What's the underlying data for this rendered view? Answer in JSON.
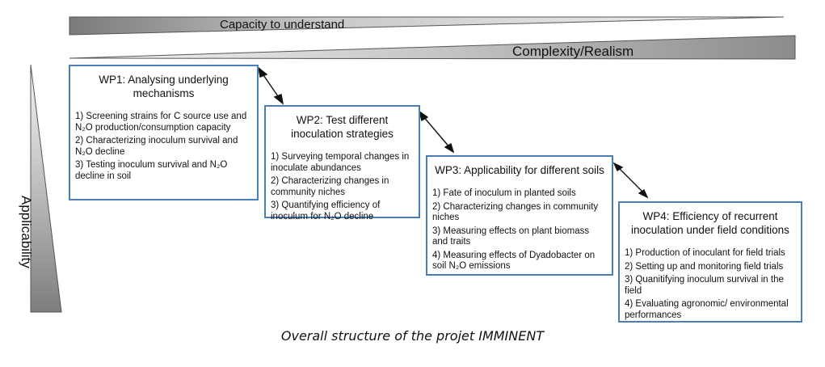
{
  "top_wedge_label": "Capacity to understand",
  "middle_wedge_label": "Complexity/Realism",
  "side_wedge_label": "Applicability",
  "work_packages": [
    {
      "title": "WP1: Analysing underlying mechanisms",
      "items": [
        "1) Screening strains for C source use and N₂O production/consumption capacity",
        "2) Characterizing inoculum survival and N₂O decline",
        "3) Testing inoculum survival and N₂O decline in soil"
      ]
    },
    {
      "title": "WP2: Test different inoculation strategies",
      "items": [
        "1) Surveying temporal changes in inoculate abundances",
        "2) Characterizing changes in community niches",
        "3) Quantifying efficiency of inoculum for N₂O decline"
      ]
    },
    {
      "title": "WP3: Applicability for different soils",
      "items": [
        "1) Fate of inoculum in planted soils",
        "2) Characterizing changes in community niches",
        "3) Measuring effects on plant biomass and traits",
        "4) Measuring effects of Dyadobacter on soil N₂O emissions"
      ]
    },
    {
      "title": "WP4: Efficiency of recurrent inoculation under field conditions",
      "items": [
        "1) Production of inoculant for field trials",
        "2) Setting up and monitoring field trials",
        "3) Quanitifying inoculum survival in the field",
        "4) Evaluating agronomic/ environmental performances"
      ]
    }
  ],
  "caption": "Overall structure of the projet IMMINENT",
  "colors": {
    "box_border": "#4a7eb5",
    "wedge_fill": "#b4b4b4",
    "arrow": "#111111"
  }
}
